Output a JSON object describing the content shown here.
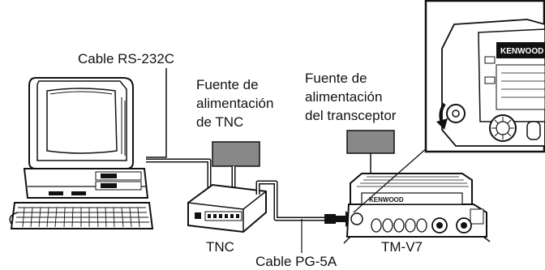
{
  "labels": {
    "cable_rs232c": "Cable RS-232C",
    "psu_tnc_line1": "Fuente de",
    "psu_tnc_line2": "alimentación",
    "psu_tnc_line3": "de TNC",
    "psu_trx_line1": "Fuente de",
    "psu_trx_line2": "alimentación",
    "psu_trx_line3": "del transceptor",
    "tnc": "TNC",
    "cable_pg5a": "Cable PG-5A",
    "radio_model": "TM-V7"
  },
  "brand": {
    "front_panel": "KENWOOD",
    "inset_panel": "KENWOOD"
  }
}
